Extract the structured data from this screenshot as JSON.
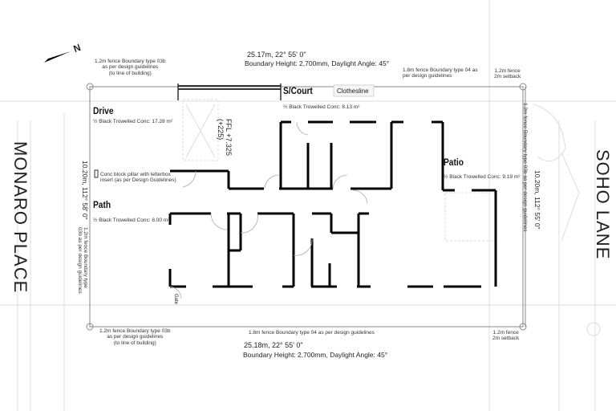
{
  "north_arrow": {
    "label": "N"
  },
  "streets": {
    "left": "MONARO PLACE",
    "right": "SOHO LANE"
  },
  "boundaries": {
    "top": {
      "dimension": "25.17m, 22° 55' 0\"",
      "height": "Boundary Height: 2,700mm, Daylight Angle: 45°"
    },
    "bottom": {
      "dimension": "25.18m, 22° 55' 0\"",
      "height": "Boundary Height: 2,700mm, Daylight Angle: 45°"
    },
    "left": "10.20m, 112° 58' 0\"",
    "right": "10.20m, 112° 55' 0\""
  },
  "fence_notes": {
    "top_left": [
      "1.2m fence Boundary type 03b",
      "as per design guidelines",
      "(to line of building)"
    ],
    "top_mid": [
      "1.8m fence Boundary type 04 as",
      "per design guidelines"
    ],
    "top_right": [
      "1.2m fence",
      "2m setback"
    ],
    "bottom_left": [
      "1.2m fence Boundary type 03b",
      "as per design guidelines",
      "(to line of building)"
    ],
    "bottom_mid": "1.8m fence Boundary type 04 as per design guidelines",
    "bottom_right": [
      "1.2m fence",
      "2m setback"
    ],
    "left": [
      "1.2m fence Boundary type",
      "03b as per design guidelines"
    ],
    "right": "1.2m fence Boundary type 03b as per design guidelines"
  },
  "areas": {
    "drive": {
      "title": "Drive",
      "note": "½ Black Trowelled Conc: 17.28 m²"
    },
    "scourt": {
      "title": "S/Court",
      "note": "½ Black Trowelled Conc: 8.13 m²"
    },
    "patio": {
      "title": "Patio",
      "note": "½ Black Trowelled Conc: 9.19 m²"
    },
    "path": {
      "title": "Path",
      "note": "½ Black Trowelled Conc: 8.00 m²"
    }
  },
  "clothesline": "Clothesline",
  "pillar_note": [
    "Conc block pillar with letterbox",
    "insert (as per Design Guidelines)"
  ],
  "ffl": [
    "FFL +7.325",
    "(+225)"
  ],
  "gate": "Gate"
}
